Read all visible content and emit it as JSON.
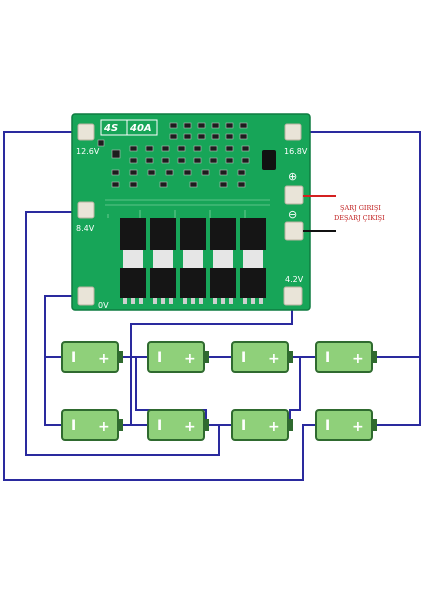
{
  "board": {
    "title_cells": "4S",
    "title_current": "40A",
    "pads": [
      {
        "label": "12.6V"
      },
      {
        "label": "8.4V"
      },
      {
        "label": "0V"
      },
      {
        "label": "16.8V"
      },
      {
        "label": "4.2V"
      }
    ],
    "plus_symbol": "⊕",
    "minus_symbol": "⊖"
  },
  "annotations": {
    "charge_input": "ŞARJ GIRIŞI",
    "discharge_output": "DEŞARJ ÇIKIŞI"
  },
  "batteries": {
    "minus_symbol": "I",
    "plus_symbol": "+",
    "rows": 2,
    "cols": 4
  },
  "colors": {
    "pcb": "#17a558",
    "wire": "#2a2a9e",
    "battery": "#8fd07a",
    "battery_outline": "#2f6a2f",
    "charge_lead": "#d42020",
    "discharge_lead": "#111111",
    "annotation": "#c02020"
  }
}
